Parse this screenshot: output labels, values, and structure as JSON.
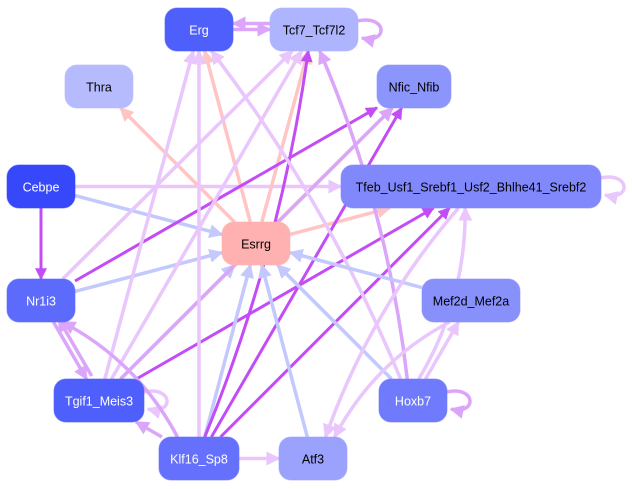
{
  "diagram": {
    "type": "gene regulatory network",
    "nodes": [
      {
        "id": "Erg",
        "label": "Erg",
        "fill": "#4f5ffb",
        "text_color": "#ffffff"
      },
      {
        "id": "Tcf7_Tcf7l2",
        "label": "Tcf7_Tcf7l2",
        "fill": "#aeb4fd",
        "text_color": "#000000"
      },
      {
        "id": "Thra",
        "label": "Thra",
        "fill": "#b6bbfd",
        "text_color": "#000000"
      },
      {
        "id": "Nfic_Nfib",
        "label": "Nfic_Nfib",
        "fill": "#8c95fc",
        "text_color": "#000000"
      },
      {
        "id": "Cebpe",
        "label": "Cebpe",
        "fill": "#3748fb",
        "text_color": "#ffffff"
      },
      {
        "id": "Tfeb",
        "label": "Tfeb_Usf1_Srebf1_Usf2_Bhlhe41_Srebf2",
        "fill": "#8088fc",
        "text_color": "#000000"
      },
      {
        "id": "Esrrg",
        "label": "Esrrg",
        "fill": "#ffb1b1",
        "text_color": "#000000"
      },
      {
        "id": "Nr1i3",
        "label": "Nr1i3",
        "fill": "#5c6bfb",
        "text_color": "#ffffff"
      },
      {
        "id": "Mef2d_Mef2a",
        "label": "Mef2d_Mef2a",
        "fill": "#8890fc",
        "text_color": "#000000"
      },
      {
        "id": "Tgif1_Meis3",
        "label": "Tgif1_Meis3",
        "fill": "#4f5ffb",
        "text_color": "#ffffff"
      },
      {
        "id": "Hoxb7",
        "label": "Hoxb7",
        "fill": "#6f7bfc",
        "text_color": "#ffffff"
      },
      {
        "id": "Klf16_Sp8",
        "label": "Klf16_Sp8",
        "fill": "#6571fc",
        "text_color": "#ffffff"
      },
      {
        "id": "Atf3",
        "label": "Atf3",
        "fill": "#9ba2fd",
        "text_color": "#000000"
      }
    ],
    "edge_colors": {
      "light_purple": "#e9c6fb",
      "mid_purple": "#dba5fa",
      "strong_purple": "#c34cf7",
      "pink": "#ffc4c4",
      "blue": "#c3c8fd"
    },
    "edges": [
      {
        "from": "Erg",
        "to": "Tcf7_Tcf7l2",
        "color": "mid_purple"
      },
      {
        "from": "Tcf7_Tcf7l2",
        "to": "Erg",
        "color": "mid_purple"
      },
      {
        "from": "Tcf7_Tcf7l2",
        "to": "Tcf7_Tcf7l2",
        "color": "mid_purple"
      },
      {
        "from": "Cebpe",
        "to": "Nr1i3",
        "color": "strong_purple"
      },
      {
        "from": "Cebpe",
        "to": "Esrrg",
        "color": "blue"
      },
      {
        "from": "Cebpe",
        "to": "Tfeb",
        "color": "light_purple"
      },
      {
        "from": "Esrrg",
        "to": "Thra",
        "color": "pink"
      },
      {
        "from": "Esrrg",
        "to": "Erg",
        "color": "pink"
      },
      {
        "from": "Esrrg",
        "to": "Tcf7_Tcf7l2",
        "color": "pink"
      },
      {
        "from": "Esrrg",
        "to": "Tfeb",
        "color": "pink"
      },
      {
        "from": "Esrrg",
        "to": "Nfic_Nfib",
        "color": "pink"
      },
      {
        "from": "Nr1i3",
        "to": "Esrrg",
        "color": "blue"
      },
      {
        "from": "Nr1i3",
        "to": "Nfic_Nfib",
        "color": "strong_purple"
      },
      {
        "from": "Nr1i3",
        "to": "Tcf7_Tcf7l2",
        "color": "light_purple"
      },
      {
        "from": "Nr1i3",
        "to": "Tgif1_Meis3",
        "color": "mid_purple"
      },
      {
        "from": "Tgif1_Meis3",
        "to": "Nr1i3",
        "color": "mid_purple"
      },
      {
        "from": "Tgif1_Meis3",
        "to": "Tgif1_Meis3",
        "color": "light_purple"
      },
      {
        "from": "Tgif1_Meis3",
        "to": "Esrrg",
        "color": "blue"
      },
      {
        "from": "Tgif1_Meis3",
        "to": "Erg",
        "color": "light_purple"
      },
      {
        "from": "Tgif1_Meis3",
        "to": "Tcf7_Tcf7l2",
        "color": "light_purple"
      },
      {
        "from": "Tgif1_Meis3",
        "to": "Nfic_Nfib",
        "color": "mid_purple"
      },
      {
        "from": "Tgif1_Meis3",
        "to": "Tfeb",
        "color": "strong_purple"
      },
      {
        "from": "Klf16_Sp8",
        "to": "Tgif1_Meis3",
        "color": "mid_purple"
      },
      {
        "from": "Klf16_Sp8",
        "to": "Nr1i3",
        "color": "mid_purple"
      },
      {
        "from": "Klf16_Sp8",
        "to": "Atf3",
        "color": "light_purple"
      },
      {
        "from": "Klf16_Sp8",
        "to": "Esrrg",
        "color": "blue"
      },
      {
        "from": "Klf16_Sp8",
        "to": "Erg",
        "color": "light_purple"
      },
      {
        "from": "Klf16_Sp8",
        "to": "Tcf7_Tcf7l2",
        "color": "strong_purple"
      },
      {
        "from": "Klf16_Sp8",
        "to": "Nfic_Nfib",
        "color": "strong_purple"
      },
      {
        "from": "Klf16_Sp8",
        "to": "Tfeb",
        "color": "strong_purple"
      },
      {
        "from": "Atf3",
        "to": "Esrrg",
        "color": "blue"
      },
      {
        "from": "Hoxb7",
        "to": "Esrrg",
        "color": "blue"
      },
      {
        "from": "Hoxb7",
        "to": "Hoxb7",
        "color": "mid_purple"
      },
      {
        "from": "Hoxb7",
        "to": "Mef2d_Mef2a",
        "color": "light_purple"
      },
      {
        "from": "Hoxb7",
        "to": "Tfeb",
        "color": "light_purple"
      },
      {
        "from": "Hoxb7",
        "to": "Tcf7_Tcf7l2",
        "color": "mid_purple"
      },
      {
        "from": "Hoxb7",
        "to": "Erg",
        "color": "light_purple"
      },
      {
        "from": "Mef2d_Mef2a",
        "to": "Esrrg",
        "color": "blue"
      },
      {
        "from": "Mef2d_Mef2a",
        "to": "Atf3",
        "color": "light_purple"
      },
      {
        "from": "Tfeb",
        "to": "Tfeb",
        "color": "light_purple"
      },
      {
        "from": "Tfeb",
        "to": "Atf3",
        "color": "light_purple"
      }
    ]
  }
}
